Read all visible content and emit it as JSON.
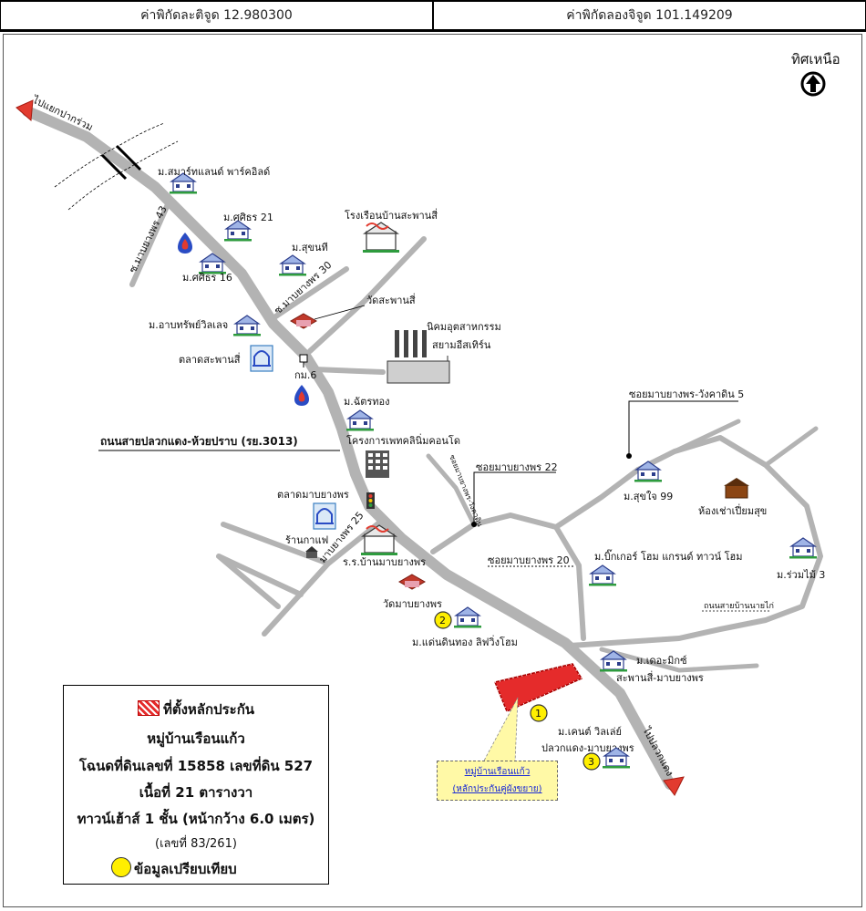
{
  "coordinates": {
    "latitude_text": "ค่าพิกัดละติจูด 12.980300",
    "longitude_text": "ค่าพิกัดลองจิจูด 101.149209"
  },
  "north": {
    "label": "ทิศเหนือ",
    "icon": "north-arrow-icon"
  },
  "directions": {
    "to_prakruam": "ไปแยกปากร่วม",
    "to_pluakdaeng": "ไปปลวกแดง"
  },
  "roads": {
    "main_road": "ถนนสายปลวกแดง-ห้วยปราบ (รย.3013)",
    "soi_43": "ซ.มาบยางพร 43",
    "soi_30": "ซ.มาบยางพร 30",
    "soi_25": "มาบยางพร 25",
    "soi_22": "ซอยมาบยางพร 22",
    "soi_20": "ซอยมาบยางพร 20",
    "soi_wangkhadin5": "ซอยมาบยางพร-วังคาดิน 5",
    "soi_wangkhadin_side": "ซอยมาบยางพร-วังคาดิน",
    "road_nai": "ถนนสายบ้านนายไก่"
  },
  "places": {
    "smartland": "ม.สมาร์ทแลนด์ พาร์คอิลด์",
    "sasiri21": "ม.ศศิธร 21",
    "sasiri16": "ม.ศศิธร 16",
    "sukhonthi": "ม.สุขนที",
    "atapsap": "ม.อาบทรัพย์วิลเลจ",
    "market_saphansi": "ตลาดสะพานสี่",
    "km6": "กม.6",
    "ruen_saphansi": "โรงเรือนบ้านสะพานสี่",
    "wat_saphansi": "วัดสะพานสี่",
    "industrial_1": "นิคมอุตสาหกรรม",
    "industrial_2": "สยามอีสเทิร์น",
    "chatthong": "ม.ฉัตรทอง",
    "condo": "โครงการเพทคลินิ่มคอนโด",
    "market_mabyangphon": "ตลาดมาบยางพร",
    "cafe": "ร้านกาแฟ",
    "school": "ร.ร.บ้านมาบยางพร",
    "wat_mabyangphon": "วัดมาบยางพร",
    "daenkhinthong": "ม.แด่นดินทอง ลิฟวิ่งโฮม",
    "sukjai99": "ม.สุขใจ 99",
    "room_rent": "ห้องเช่าเปี่ยมสุข",
    "ruammai3": "ม.ร่วมไม้ 3",
    "biggrand": "ม.บิ๊กเกอร์ โฮม แกรนด์ ทาวน์ โฮม",
    "themix_1": "ม.เดอะมิกซ์",
    "themix_2": "สะพานสี่-มาบยางพร",
    "kent_1": "ม.เคนต์ วิลเล่ย์",
    "kent_2": "ปลวกแดง-มาบยางพร"
  },
  "markers": {
    "m1": "1",
    "m2": "2",
    "m3": "3"
  },
  "callout": {
    "line1": "หมู่บ้านเรือนแก้ว",
    "line2": "(หลักประกันคู่ผังขยาย)"
  },
  "legend": {
    "collateral_label": "ที่ตั้งหลักประกัน",
    "project": "หมู่บ้านเรือนแก้ว",
    "deed": "โฉนดที่ดินเลขที่ 15858 เลขที่ดิน 527",
    "area": "เนื้อที่ 21 ตารางวา",
    "building": "ทาวน์เฮ้าส์ 1 ชั้น (หน้ากว้าง 6.0 เมตร)",
    "house_no": "(เลขที่ 83/261)",
    "comparison": "ข้อมูลเปรียบเทียบ"
  },
  "colors": {
    "road": "#b3b3b3",
    "arrow_head": "#e23b2f",
    "collateral": "#e52b2b",
    "marker": "#ffef00",
    "callout_bg": "#fff9a6",
    "callout_text": "#1a2ad6"
  }
}
